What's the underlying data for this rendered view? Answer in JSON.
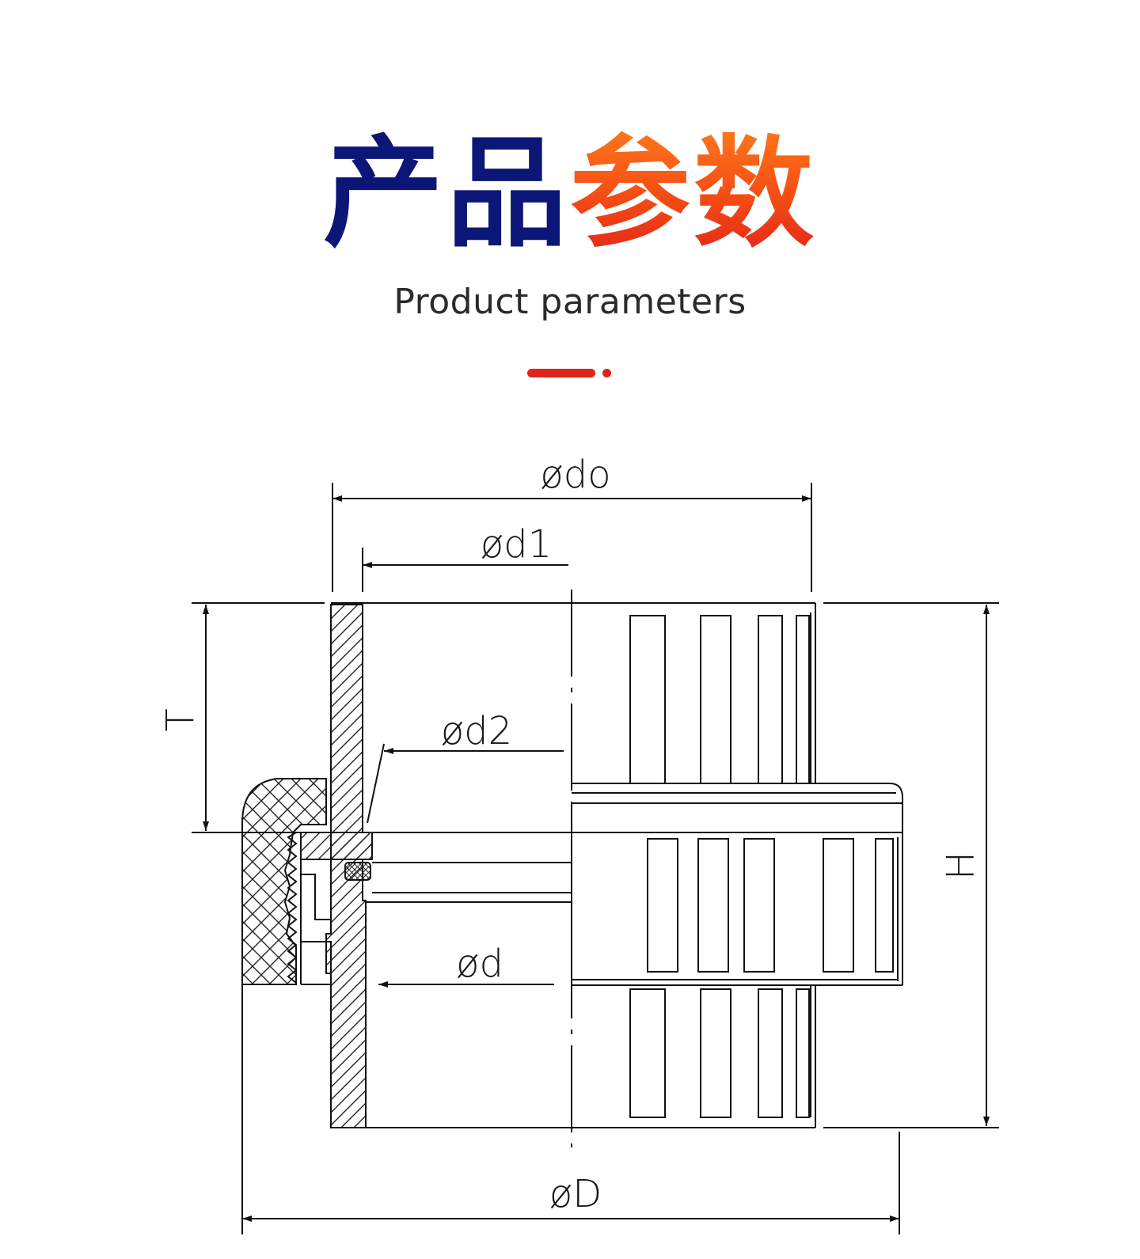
{
  "header": {
    "title_part1": "产品",
    "title_part2": "参数",
    "subtitle": "Product parameters",
    "title_color": "#0b1677",
    "accent_color": "#e2231a"
  },
  "diagram": {
    "dimension_labels": {
      "do": "ødo",
      "d1": "ød1",
      "d2": "ød2",
      "d": "ød",
      "D": "øD",
      "T": "T",
      "H": "H"
    }
  }
}
